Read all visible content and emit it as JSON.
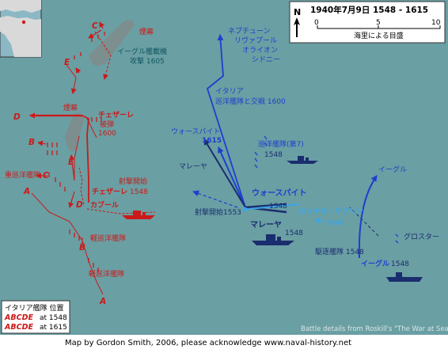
{
  "colors": {
    "sea": "#6a9fa3",
    "italian": "#cc1a1a",
    "british": "#1d3fd0",
    "british_light": "#3ea6e6",
    "fleet_navy": "#1a2d6e",
    "smoke": "#7f8c8c",
    "teal_label": "#0e5560",
    "brown": "#5a3b1f"
  },
  "title": {
    "text": "1940年7月9日 1548 - 1615",
    "scale_caption": "海里による目盛",
    "scale_ticks": [
      "0",
      "5",
      "10"
    ],
    "north": "N"
  },
  "legend": {
    "header": "イタリア艦隊 位置",
    "rows": [
      {
        "letters": "ABCDE",
        "time": "at 1548"
      },
      {
        "letters": "ABCDE",
        "time": "at 1615"
      }
    ]
  },
  "footer": {
    "credit": "Map by Gordon Smith, 2006, please acknowledge www.naval-history.net",
    "source_note": "Battle details from Roskill's \"The War at Sea\""
  },
  "italian_letters": {
    "a1": "A",
    "a2": "A",
    "b1": "B",
    "b2": "B",
    "c1": "C",
    "c2": "C",
    "d1": "D",
    "d2": "D",
    "e1": "E",
    "e2": "E"
  },
  "labels": {
    "smoke_top": "煙幕",
    "eagle_attack": "イーグル艦載機",
    "attack_time": "攻撃 1605",
    "smoke_mid": "煙幕",
    "cesare_1": "チェザーレ",
    "hit": "被弾",
    "hit_time": "1600",
    "fire_open_it": "射撃開始",
    "cesare_2": "チェザーレ",
    "it_1548": "1548",
    "cavour": "カブール",
    "heavy_cruisers": "重巡洋艦隊",
    "light_cruisers_1": "軽巡洋艦隊",
    "light_cruisers_2": "軽巡洋艦隊",
    "cruiser_names_1": "ネプチューン",
    "cruiser_names_2": "リヴァプール",
    "cruiser_names_3": "オライオン",
    "cruiser_names_4": "シドニー",
    "engage_1": "イタリア",
    "engage_2": "巡洋艦隊と交戦 1600",
    "warspite_top": "ウォースパイト",
    "warspite_top_time": "1615",
    "cruiser_squadron": "巡洋艦隊(第7)",
    "cruiser_squadron_time": "1548",
    "malaya_1": "マレーヤ",
    "warspite_2": "ウォースパイト",
    "warspite_2_time": "1548",
    "fire_open_br": "射撃開始1553",
    "royal_sovereign": "ロイヤル・サブリン",
    "royal_sovereign_time": "1548",
    "malaya_2": "マレーヤ",
    "malaya_2_time": "1548",
    "eagle_top": "イーグル",
    "gloucester": "グロスター",
    "destroyers": "駆逐艦隊 1548",
    "eagle_bottom": "イーグル",
    "eagle_bottom_time": "1548"
  }
}
